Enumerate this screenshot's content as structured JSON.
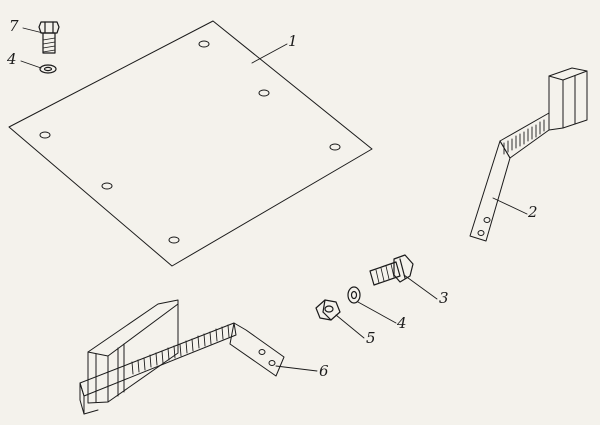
{
  "callouts": {
    "plate": "1",
    "bracket_right": "2",
    "bolt_mid": "3",
    "washer_mid": "4",
    "nut": "5",
    "bracket_left": "6",
    "bolt_top": "7",
    "washer_top": "4"
  },
  "colors": {
    "paper": "#f4f2ec",
    "ink": "#1b1b1b"
  }
}
